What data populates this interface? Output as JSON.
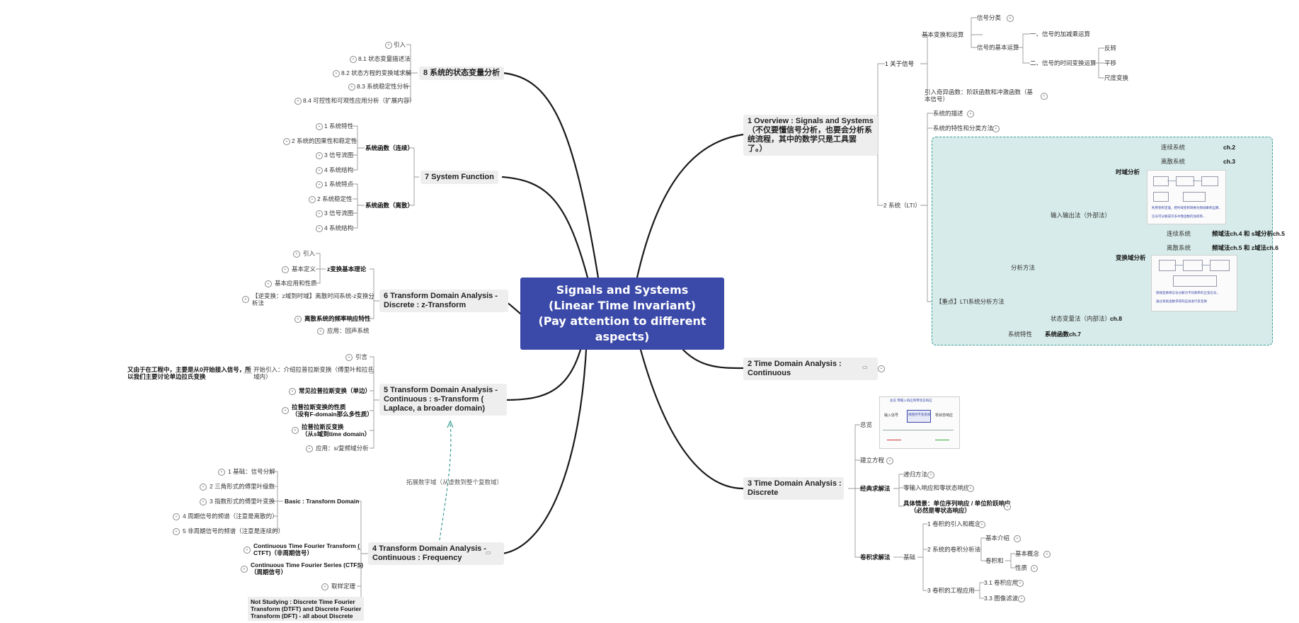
{
  "root": {
    "lines": [
      "Signals and Systems",
      "(Linear Time Invariant)",
      "(Pay attention to different",
      "aspects)"
    ]
  },
  "branch1": {
    "title_lines": [
      "1 Overview : Signals and Systems",
      "（不仅要懂信号分析，也要会分析系",
      "统流程，其中的数学只是工具罢",
      "了。）"
    ],
    "g1": {
      "label": "1 关于信号",
      "basic_ops": "基本变换和运算",
      "signal_class": "信号分类",
      "signal_basic_ops": "信号的基本运算",
      "op_add_mul": "一、信号的加减乘运算",
      "op_time": "二、信号的时间变换运算",
      "reverse": "反转",
      "shift": "平移",
      "scale": "尺度变换",
      "singular": "引入奇异函数：阶跃函数和冲激函数（基本信号）"
    },
    "g2": {
      "label": "2 系统（LTI）",
      "desc": "系统的描述",
      "props": "系统的特性和分类方法",
      "focus": "【重点】LTI系统分析方法",
      "methods": "分析方法",
      "io": "输入输出法（外部法）",
      "time_analysis": "时域分析",
      "cont": "连续系统",
      "ch2": "ch.2",
      "disc": "离散系统",
      "ch3": "ch.3",
      "transform_analysis": "变换域分析",
      "cont2": "连续系统",
      "freq_s": "频域法ch.4 和 s域分析ch.5",
      "disc2": "离散系统",
      "freq_z": "频域法ch.5 和 z域法ch.6",
      "state": "状态变量法（内部法）",
      "ch8": "ch.8",
      "sys_prop": "系统特性",
      "sys_func": "系统函数ch.7"
    }
  },
  "branch2": {
    "title_lines": [
      "2 Time Domain Analysis :",
      "Continuous"
    ]
  },
  "branch3": {
    "title_lines": [
      "3 Time Domain Analysis :",
      "Discrete"
    ],
    "overview": "总览",
    "equation": "建立方程",
    "classic": "经典求解法",
    "recursive": "递归方法",
    "zero_resp": "零输入响应和零状态响应",
    "specific": [
      "具体情景：单位序列响应 / 单位阶跃响应",
      "（必然是零状态响应）"
    ],
    "conv_method": "卷积求解法",
    "basic": "基础",
    "conv1": "1 卷积的引入和概念",
    "conv2": "2 系统的卷积分析法",
    "intro": "基本介绍",
    "conv_and": "卷积和",
    "basic_concept": "基本概念",
    "property": "性质",
    "conv3": "3 卷积的工程应用",
    "app1": "3.1 卷积应用",
    "app2": "3.3 图像滤波"
  },
  "branch4": {
    "title_lines": [
      "4 Transform Domain Analysis -",
      "Continuous : Frequency"
    ],
    "basic_td": "Basic : Transform Domain",
    "items": [
      "1 基础：信号分解",
      "2 三角形式的傅里叶级数",
      "3 指数形式的傅里叶变换",
      "4 周期信号的频谱（注意是离散的）",
      "5 非周期信号的频谱（注意是连续的）"
    ],
    "ctft": [
      "Continuous Time Fourier Transform (",
      "CTFT)（非周期信号）"
    ],
    "ctfs": [
      "Continuous Time Fourier Series (CTFS)",
      "（周期信号）"
    ],
    "sampling": "取样定理",
    "not_studying": [
      "Not Studying : Discrete Time Fourier",
      "Transform (DTFT) and Discrete Fourier",
      "Transform (DFT) -  all about Discrete"
    ],
    "link_label": "拓展数字域（从虚数到整个复数域）"
  },
  "branch5": {
    "title_lines": [
      "5 Transform Domain Analysis -",
      "Continuous : s-Transform (",
      "Laplace, a broader domain)"
    ],
    "intro": "引言",
    "start": [
      "开始引入：介绍拉普拉斯变换（傅里叶和拉氏",
      "域内）"
    ],
    "side_note": [
      "又由于在工程中，主要是从0开始接入信号，所",
      "以我们主要讨论单边拉氏变换"
    ],
    "common": "常见拉普拉斯变换（单边）",
    "props": [
      "拉普拉斯变换的性质",
      "（没有F-domain那么多性质）"
    ],
    "inverse": [
      "拉普拉斯反变换",
      "（从s域到time domain）"
    ],
    "app": "应用：s/复频域分析"
  },
  "branch6": {
    "title_lines": [
      "6 Transform Domain Analysis -",
      "Discrete : z-Transform"
    ],
    "basic_theory": "z变换基本理论",
    "intro": "引入",
    "def": "基本定义",
    "props": "基本应用和性质",
    "inverse": [
      "【逆变换：z域到时域】离散时间系统-z变换分",
      "析法"
    ],
    "freq": "离散系统的频率响应特性",
    "app": "应用：回声系统"
  },
  "branch7": {
    "title": "7 System Function",
    "cont": "系统函数（连续）",
    "disc": "系统函数（离散）",
    "cont_items": [
      "1 系统特性",
      "2 系统的因果性和稳定性",
      "3 信号流图",
      "4 系统结构"
    ],
    "disc_items": [
      "1 系统特点",
      "2 系统稳定性",
      "3 信号流图",
      "4 系统结构"
    ]
  },
  "branch8": {
    "title": "8 系统的状态变量分析",
    "items": [
      "引入",
      "8.1 状态变量描述法",
      "8.2 状态方程的变换域求解",
      "8.3 系统稳定性分析",
      "8.4 可控性和可观性应用分析（扩展内容）"
    ]
  },
  "diagram_text": {
    "d1_lines": [
      "利用卷积定理，把时域卷积转换为频域乘积运算，",
      "信号可分解成许多冲激函数的加权和..."
    ],
    "d2_lines": [
      "频域变换将信号分解为不同频率的正弦信号，",
      "通过系统函数求得响应再进行反变换"
    ],
    "overview_top": "总览 零输入响应和零状态响应",
    "overview_in": "输入信号",
    "overview_sys": "线性时不变系统",
    "overview_out": "零状态响应"
  },
  "colors": {
    "root": "#3b49a8",
    "lti_bg": "#d7ecea",
    "lti_border": "#3b9c94",
    "line": "#1a1a1a",
    "thin": "#9a9a9a"
  }
}
